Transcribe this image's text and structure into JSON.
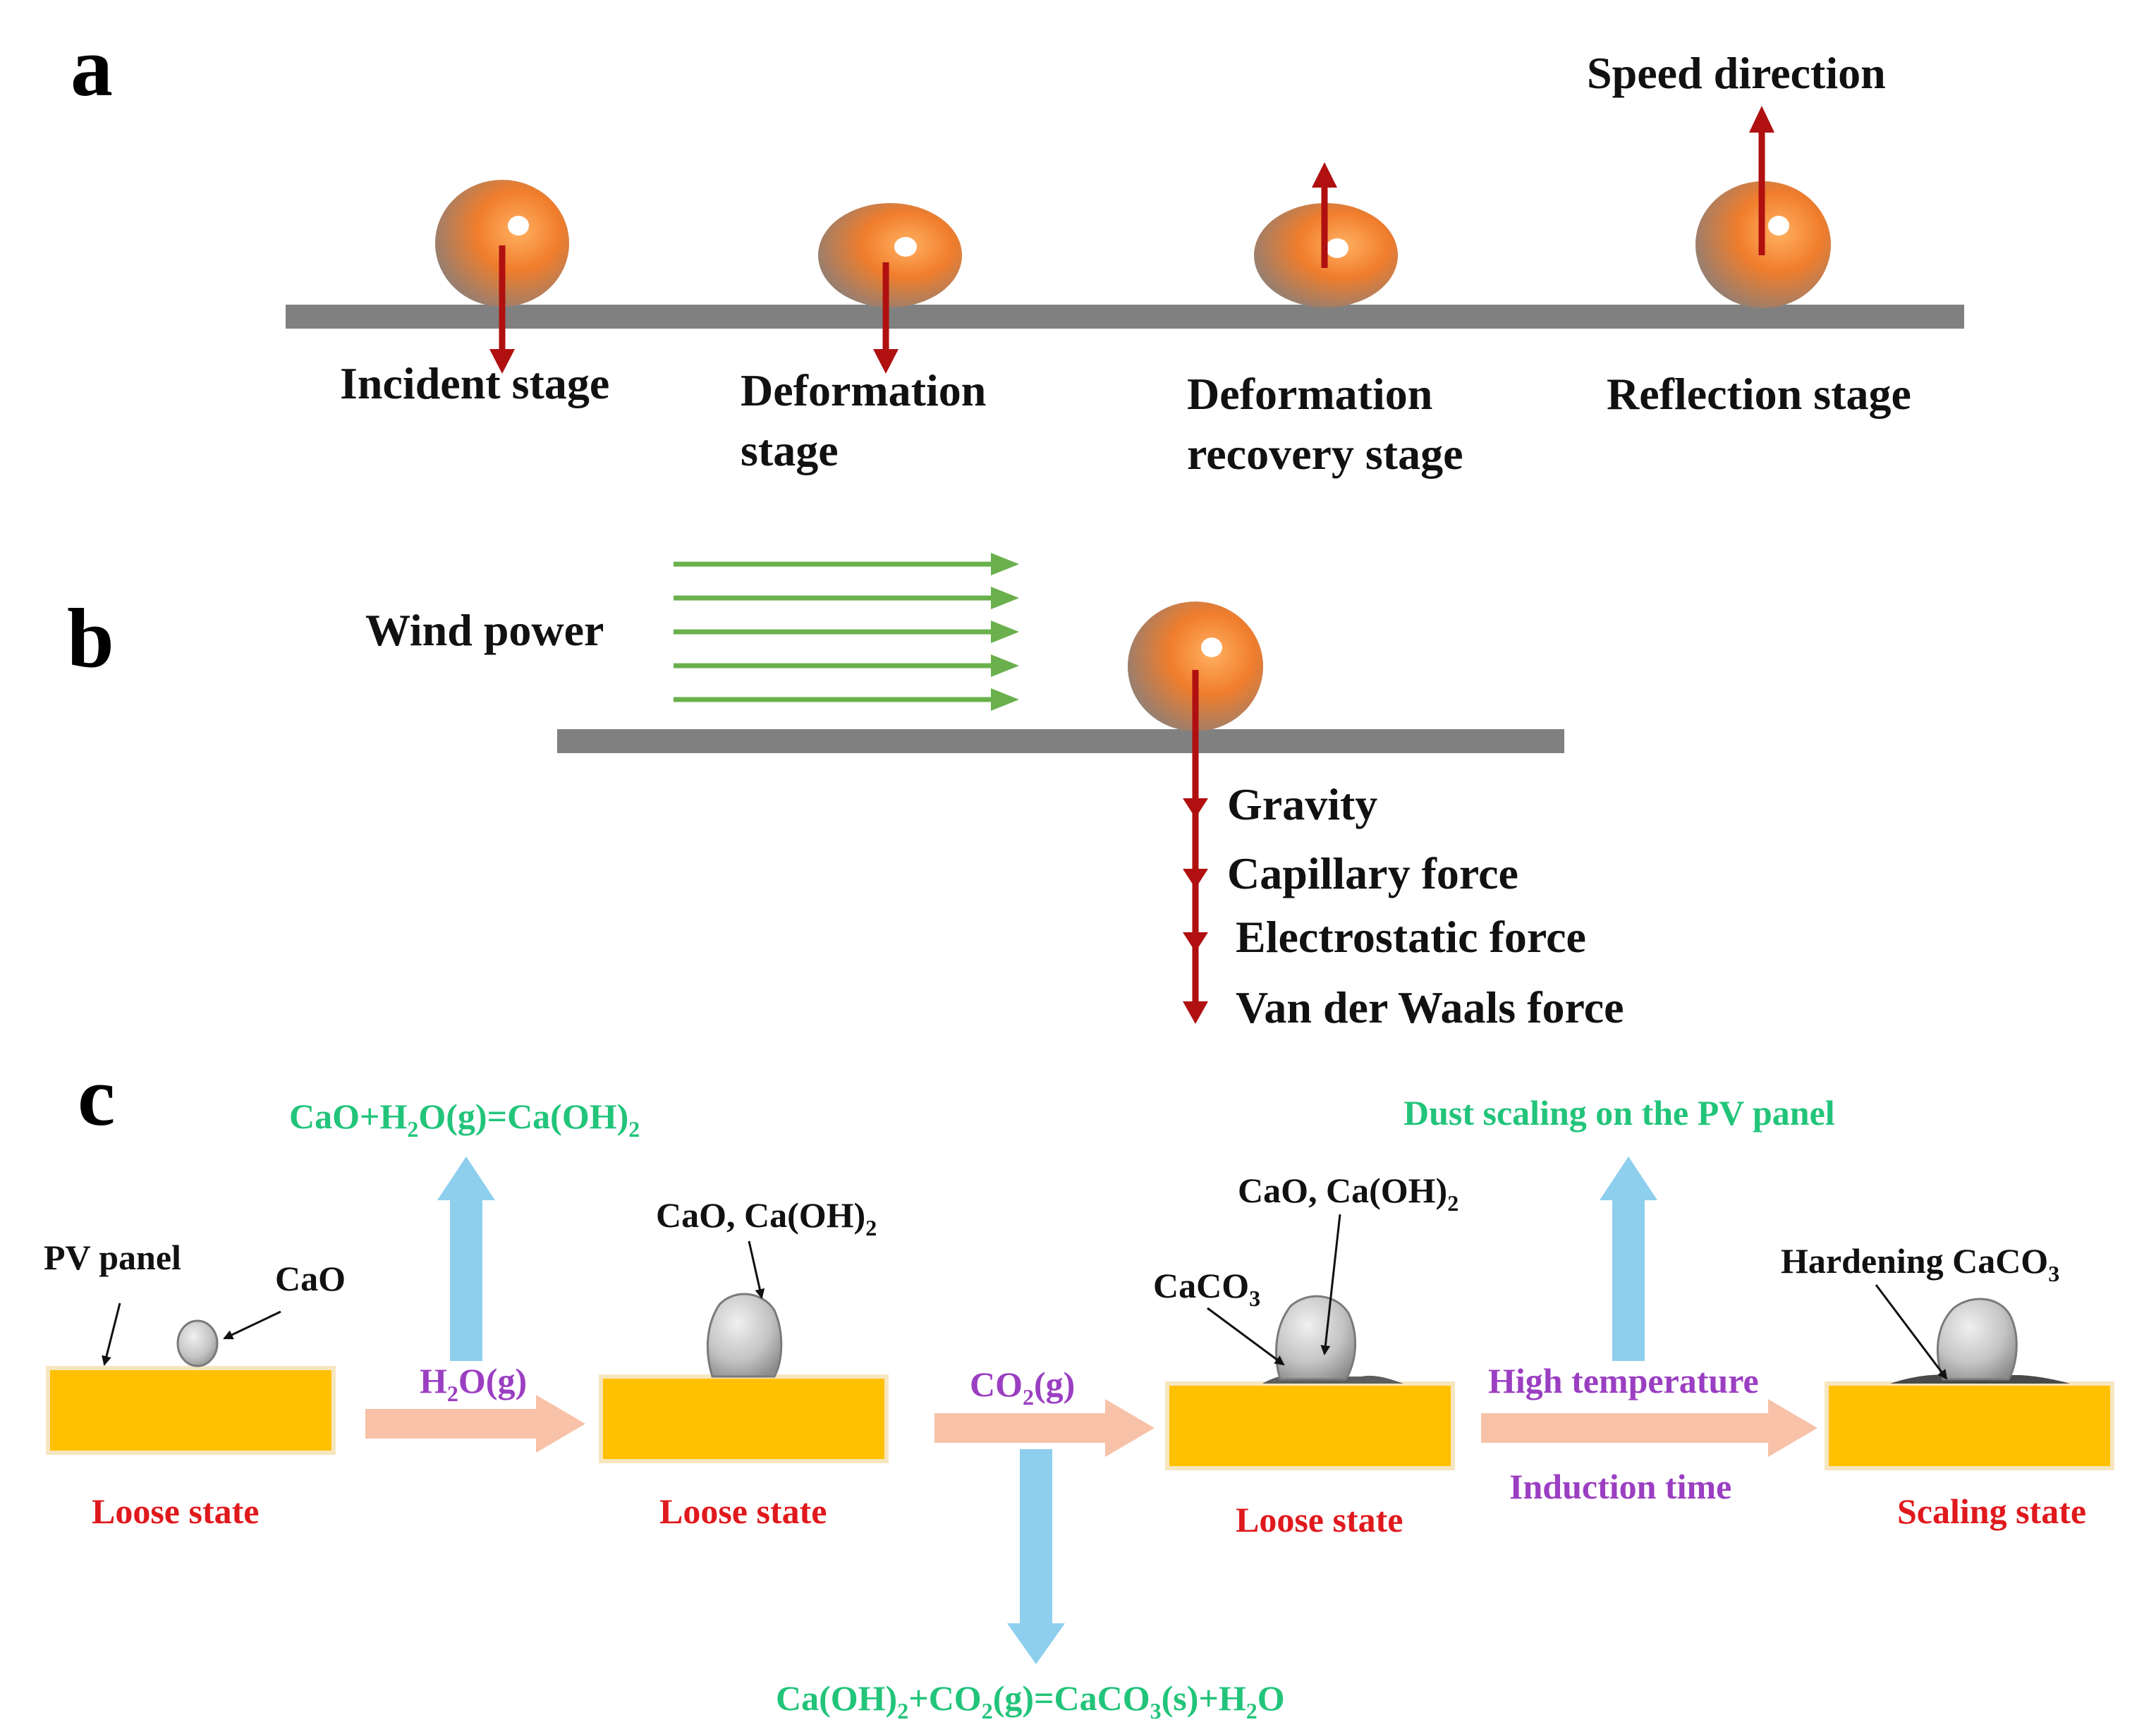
{
  "panel_a": {
    "letter": "a",
    "speed_direction": "Speed direction",
    "stages": [
      {
        "line1": "Incident stage",
        "line2": ""
      },
      {
        "line1": "Deformation",
        "line2": "stage"
      },
      {
        "line1": "Deformation",
        "line2": "recovery stage"
      },
      {
        "line1": "Reflection stage",
        "line2": ""
      }
    ]
  },
  "panel_b": {
    "letter": "b",
    "wind_label": "Wind power",
    "forces": [
      "Gravity",
      "Capillary force",
      "Electrostatic force",
      "Van der Waals force"
    ]
  },
  "panel_c": {
    "letter": "c",
    "pv_panel_label": "PV panel",
    "cao_label": "CaO",
    "mix_label_1": "CaO, Ca(OH)",
    "mix_label_2": "CaO, Ca(OH)",
    "subscript_2": "2",
    "subscript_3": "3",
    "caco3_label": "CaCO",
    "hardening_label": "Hardening CaCO",
    "h2o_arrow_label_main": "H",
    "h2o_arrow_label_rest": "O(g)",
    "co2_arrow_label_main": "CO",
    "co2_arrow_label_rest": "(g)",
    "high_temp": "High temperature",
    "induction_time": "Induction time",
    "states": [
      "Loose state",
      "Loose state",
      "Loose state",
      "Scaling state"
    ],
    "reaction_1": {
      "a": "CaO+H",
      "b": "O(g)=Ca(OH)"
    },
    "reaction_2": {
      "a": "Ca(OH)",
      "b": "+CO",
      "c": "(g)=CaCO",
      "d": "(s)+H",
      "e": "O"
    },
    "dust_scaling": "Dust scaling on the PV panel"
  },
  "colors": {
    "droplet": "#e8782a",
    "surface": "#808080",
    "force_arrow": "#b01010",
    "wind_arrow": "#6ab04c",
    "pv_panel": "#ffc000",
    "salmon_arrow": "#f8c2a8",
    "blue_arrow": "#8fcfee",
    "dust": "#c8c8c8"
  }
}
